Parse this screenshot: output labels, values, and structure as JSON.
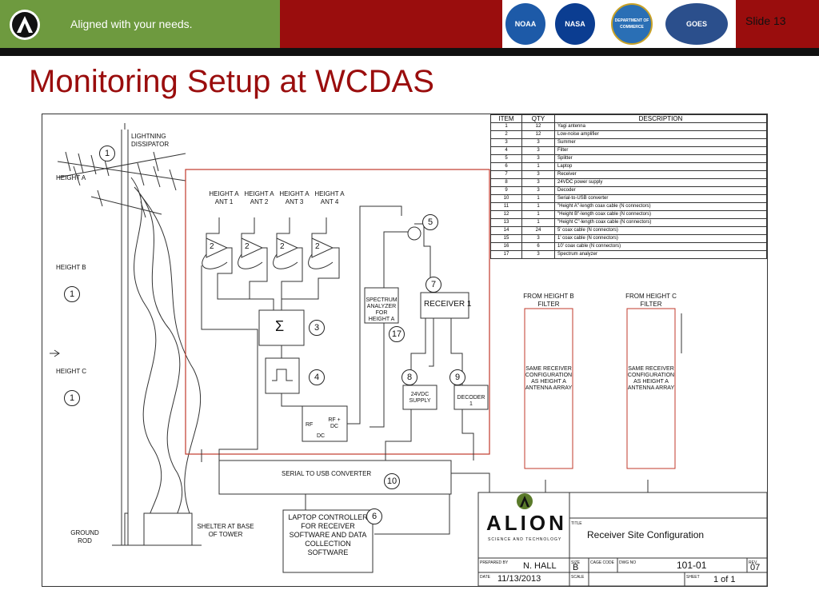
{
  "header": {
    "tagline": "Aligned with your needs.",
    "slide_number": "Slide 13",
    "agencies": [
      "NOAA",
      "NASA",
      "DEPARTMENT OF COMMERCE",
      "GOES"
    ]
  },
  "colors": {
    "brand_red": "#9a0d0d",
    "brand_green": "#6e9a3f"
  },
  "title": "Monitoring Setup at WCDAS",
  "diagram": {
    "tower": {
      "lightning_dissipator": "LIGHTNING DISSIPATOR",
      "height_a": "HEIGHT A",
      "height_b": "HEIGHT B",
      "height_c": "HEIGHT C",
      "ground_rod": "GROUND ROD",
      "shelter": "SHELTER AT BASE OF TOWER"
    },
    "antennas": [
      "HEIGHT A ANT 1",
      "HEIGHT A ANT 2",
      "HEIGHT A ANT 3",
      "HEIGHT A ANT 4"
    ],
    "lna_gain": "2",
    "summer_symbol": "Σ",
    "rf_labels": {
      "rf": "RF",
      "rf_dc": "RF + DC",
      "dc": "DC"
    },
    "spectrum_analyzer": "SPECTRUM ANALYZER FOR HEIGHT A",
    "receiver": "RECEIVER 1",
    "power_supply": "24VDC SUPPLY",
    "decoder": "DECODER 1",
    "serial_converter": "SERIAL TO USB CONVERTER",
    "laptop": "LAPTOP CONTROLLER FOR RECEIVER SOFTWARE AND DATA COLLECTION SOFTWARE",
    "from_height_b": "FROM HEIGHT B FILTER",
    "from_height_c": "FROM HEIGHT C FILTER",
    "same_config": "SAME RECEIVER CONFIGURATION AS HEIGHT A ANTENNA ARRAY",
    "callouts": [
      "1",
      "1",
      "1",
      "2",
      "3",
      "4",
      "5",
      "6",
      "7",
      "8",
      "9",
      "10",
      "17"
    ]
  },
  "parts_table": {
    "headers": [
      "ITEM",
      "QTY",
      "DESCRIPTION"
    ],
    "rows": [
      [
        "1",
        "12",
        "Yagi antenna"
      ],
      [
        "2",
        "12",
        "Low-noise amplifier"
      ],
      [
        "3",
        "3",
        "Summer"
      ],
      [
        "4",
        "3",
        "Filter"
      ],
      [
        "5",
        "3",
        "Splitter"
      ],
      [
        "6",
        "1",
        "Laptop"
      ],
      [
        "7",
        "3",
        "Receiver"
      ],
      [
        "8",
        "3",
        "24VDC power supply"
      ],
      [
        "9",
        "3",
        "Decoder"
      ],
      [
        "10",
        "1",
        "Serial-to-USB converter"
      ],
      [
        "11",
        "1",
        "\"Height A\"-length coax cable (N connectors)"
      ],
      [
        "12",
        "1",
        "\"Height B\"-length coax cable (N connectors)"
      ],
      [
        "13",
        "1",
        "\"Height C\"-length coax cable (N connectors)"
      ],
      [
        "14",
        "24",
        "5' coax cable (N connectors)"
      ],
      [
        "15",
        "3",
        "1' coax cable (N connectors)"
      ],
      [
        "16",
        "6",
        "10' coax cable (N connectors)"
      ],
      [
        "17",
        "3",
        "Spectrum analyzer"
      ]
    ]
  },
  "title_block": {
    "company": "ALION",
    "company_sub": "SCIENCE AND TECHNOLOGY",
    "title_label": "TITLE",
    "title": "Receiver Site Configuration",
    "prepared_by_label": "PREPARED BY",
    "prepared_by": "N. HALL",
    "date_label": "DATE",
    "date": "11/13/2013",
    "size_label": "SIZE",
    "size": "B",
    "cage_code_label": "CAGE CODE",
    "dwg_no_label": "DWG NO",
    "dwg_no": "101-01",
    "rev_label": "REV",
    "rev": "07",
    "scale_label": "SCALE",
    "sheet_label": "SHEET",
    "sheet": "1 of 1"
  }
}
